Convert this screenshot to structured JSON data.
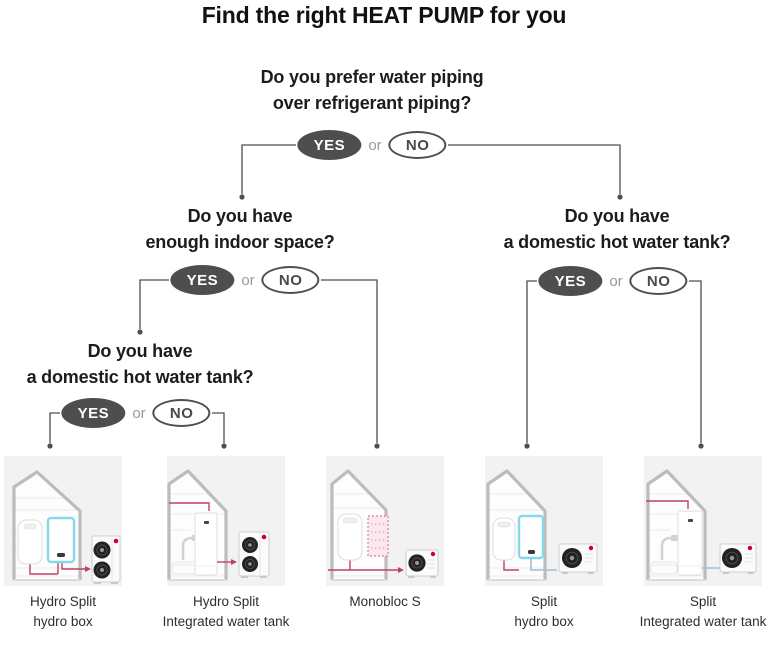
{
  "title": "Find the right HEAT PUMP for you",
  "flowchart": {
    "q1": {
      "line1": "Do you prefer water piping",
      "line2": "over refrigerant piping?",
      "yes": "YES",
      "or": "or",
      "no": "NO"
    },
    "q2": {
      "line1": "Do you have",
      "line2": "enough indoor space?",
      "yes": "YES",
      "or": "or",
      "no": "NO"
    },
    "q3": {
      "line1": "Do you have",
      "line2": "a domestic hot water tank?",
      "yes": "YES",
      "or": "or",
      "no": "NO"
    },
    "q4": {
      "line1": "Do you have",
      "line2": "a domestic hot water tank?",
      "yes": "YES",
      "or": "or",
      "no": "NO"
    }
  },
  "products": [
    {
      "label_line1": "Hydro Split",
      "label_line2": "hydro box"
    },
    {
      "label_line1": "Hydro Split",
      "label_line2": "Integrated water tank"
    },
    {
      "label_line1": "Monobloc S",
      "label_line2": ""
    },
    {
      "label_line1": "Split",
      "label_line2": "hydro box"
    },
    {
      "label_line1": "Split",
      "label_line2": "Integrated water tank"
    }
  ],
  "colors": {
    "yes_pill_fill": "#4e4e4e",
    "yes_pill_text": "#ffffff",
    "no_pill_border": "#4e4e4e",
    "no_pill_text": "#4a4a4a",
    "or_text": "#9a9a9a",
    "connector_line": "#4f4f4f",
    "card_background": "#f2f2f2",
    "water_pipe_red": "#bf4160",
    "refrigerant_pipe_blue": "#9cc0d6",
    "hydro_box_highlight_cyan": "#86d9e9",
    "lg_logo_red": "#c9002b"
  }
}
